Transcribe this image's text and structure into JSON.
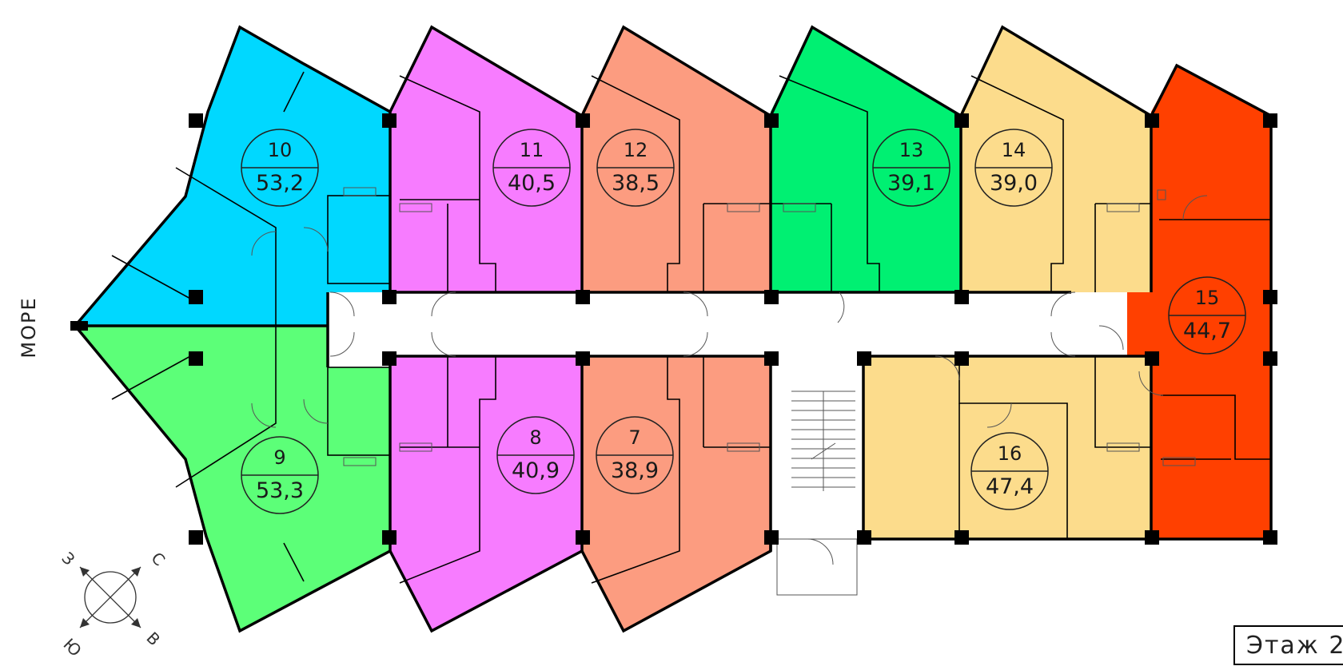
{
  "colors": {
    "cyan": "#00d8ff",
    "magenta": "#f77cff",
    "salmon": "#fc9c80",
    "green": "#00f072",
    "lightgreen": "#5cff78",
    "yellow": "#fcdc8c",
    "redorange": "#ff4000"
  },
  "sea_label": "МОРЕ",
  "floor_label": "Этаж 2",
  "compass": {
    "n": "С",
    "e": "В",
    "s": "Ю",
    "w": "З"
  },
  "apartments": [
    {
      "number": "10",
      "area": "53,2",
      "color": "#00d8ff"
    },
    {
      "number": "11",
      "area": "40,5",
      "color": "#f77cff"
    },
    {
      "number": "12",
      "area": "38,5",
      "color": "#fc9c80"
    },
    {
      "number": "13",
      "area": "39,1",
      "color": "#00f072"
    },
    {
      "number": "14",
      "area": "39,0",
      "color": "#fcdc8c"
    },
    {
      "number": "15",
      "area": "44,7",
      "color": "#ff4000"
    },
    {
      "number": "9",
      "area": "53,3",
      "color": "#5cff78"
    },
    {
      "number": "8",
      "area": "40,9",
      "color": "#f77cff"
    },
    {
      "number": "7",
      "area": "38,9",
      "color": "#fc9c80"
    },
    {
      "number": "16",
      "area": "47,4",
      "color": "#fcdc8c"
    }
  ]
}
